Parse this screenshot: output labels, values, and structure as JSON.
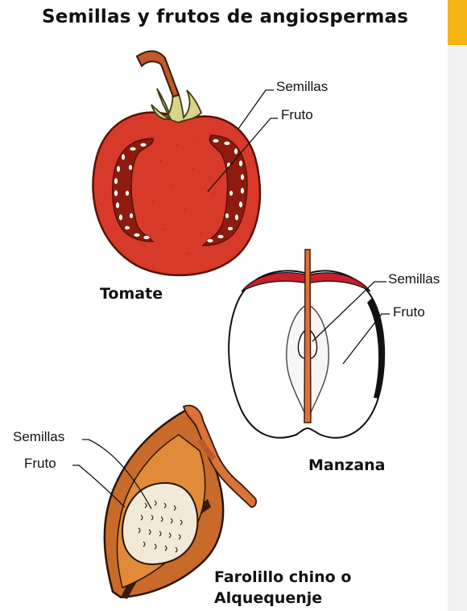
{
  "title": "Semillas y frutos de angiospermas",
  "colors": {
    "tomato_red": "#d83a2a",
    "tomato_dark": "#a81d12",
    "stem_green": "#d9d48a",
    "apple_red": "#c8202a",
    "apple_flesh": "#ffffff",
    "apple_core": "#c86a2a",
    "physalis_orange": "#d96a2a",
    "physalis_dark": "#4a2010",
    "accent": "#f5b514"
  },
  "tomate": {
    "name": "Tomate",
    "label_semillas": "Semillas",
    "label_fruto": "Fruto"
  },
  "manzana": {
    "name": "Manzana",
    "label_semillas": "Semillas",
    "label_fruto": "Fruto"
  },
  "farolillo": {
    "name_line1": "Farolillo chino o",
    "name_line2": "Alquequenje",
    "label_semillas": "Semillas",
    "label_fruto": "Fruto"
  }
}
